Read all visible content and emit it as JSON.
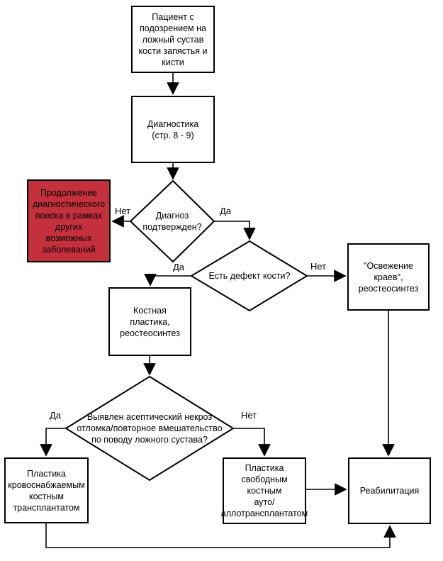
{
  "flowchart": {
    "nodes": {
      "start": {
        "text": "Пациент с\nподозрением на\nложный сустав\nкости запястья и\nкисти"
      },
      "diagnostics": {
        "text": "Диагностика\n(стр. 8 - 9)"
      },
      "continue_search": {
        "text": "Продолжение\nдиагностического\nпоиска в рамках\nдругих\nвозможных\nзаболеваний"
      },
      "diagnosis_confirmed": {
        "text": "Диагноз\nподтвержден?"
      },
      "bone_defect": {
        "text": "Есть дефект кости?"
      },
      "bone_plasty": {
        "text": "Костная\nпластика,\nреостеосинтез"
      },
      "edge_refresh": {
        "text": "\"Освежение\nкраев\",\nреостеосинтез"
      },
      "necrosis_question": {
        "text": "Выявлен асептический некроз\nотломка/повторное вмешательство\nпо поводу ложного сустава?"
      },
      "vascularized_graft": {
        "text": "Пластика\nкровоснабжаемым\nкостным\nтрансплантатом"
      },
      "free_graft": {
        "text": "Пластика\nсвободным\nкостным\nауто/аллотрансплантатом"
      },
      "rehabilitation": {
        "text": "Реабилитация"
      }
    },
    "edge_labels": {
      "diagnosis_no": "Нет",
      "diagnosis_yes": "Да",
      "defect_yes": "Да",
      "defect_no": "Нет",
      "necrosis_yes": "Да",
      "necrosis_no": "Нет"
    },
    "colors": {
      "alert_fill": "#c5303d",
      "node_fill": "#ffffff",
      "stroke": "#000000"
    }
  }
}
